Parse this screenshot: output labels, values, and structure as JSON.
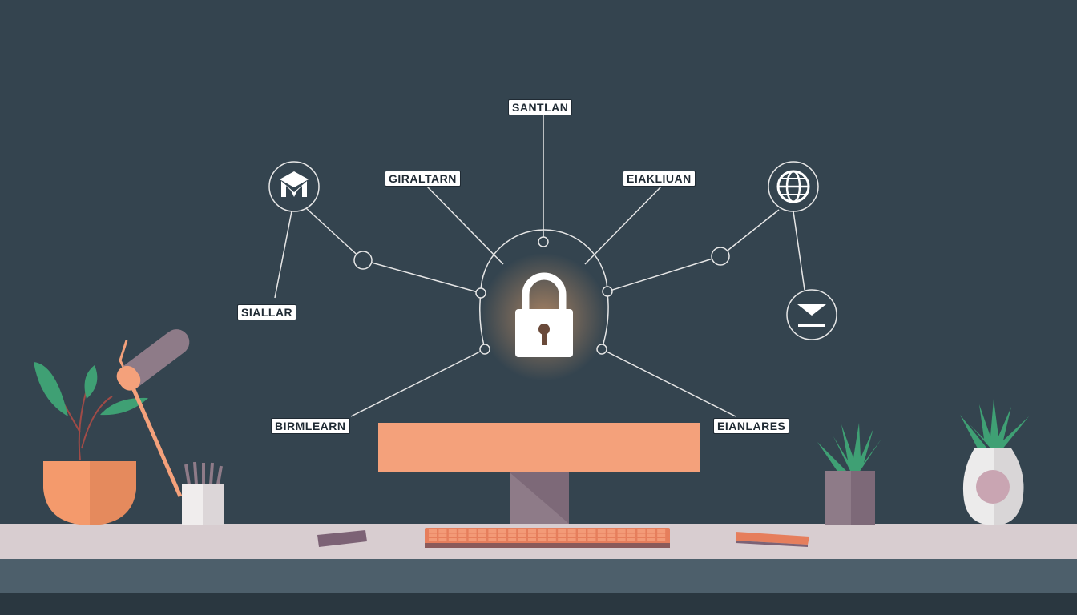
{
  "labels": {
    "top": "SANTLAN",
    "upper_left": "GIRALTARN",
    "upper_right": "EIAKLIUAN",
    "mid_left": "SIALLAR",
    "lower_left": "BIRMLEARN",
    "lower_right": "EIANLARES"
  },
  "colors": {
    "background": "#34444f",
    "line": "#e6e6e6",
    "accent_orange": "#f4a17b",
    "desk": "#d8cdd0",
    "lock_glow": "#ffb070"
  },
  "icons": {
    "top_left": "graduation-cap-icon",
    "top_right": "globe-icon",
    "right": "download-tray-icon",
    "center": "padlock-icon"
  }
}
